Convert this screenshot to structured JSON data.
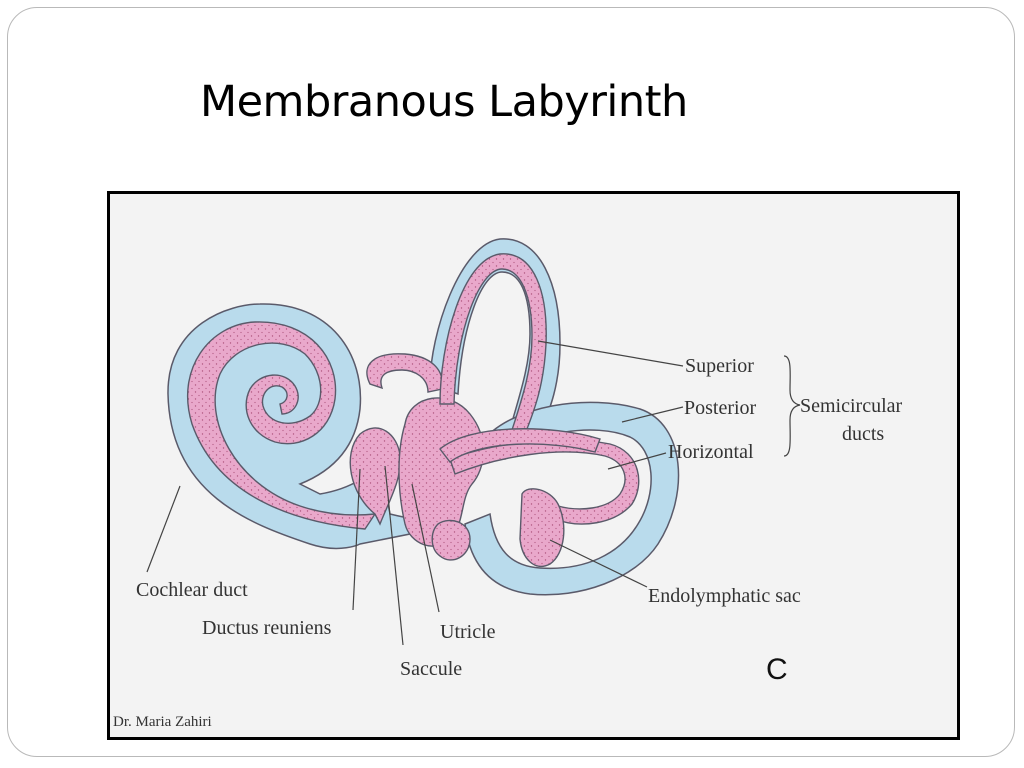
{
  "slide": {
    "title": "Membranous Labyrinth"
  },
  "diagram": {
    "labels": {
      "superior": "Superior",
      "posterior": "Posterior",
      "horizontal": "Horizontal",
      "semicircular_line1": "Semicircular",
      "semicircular_line2": "ducts",
      "cochlear_duct": "Cochlear duct",
      "ductus_reuniens": "Ductus reuniens",
      "saccule": "Saccule",
      "utricle": "Utricle",
      "endolymphatic_sac": "Endolymphatic sac",
      "panel_letter": "C"
    },
    "credit": "Dr. Maria Zahiri",
    "colors": {
      "perilymph_blue": "#b9dbec",
      "membrane_pink": "#e9a8cb",
      "outline": "#5a5a6a"
    }
  }
}
